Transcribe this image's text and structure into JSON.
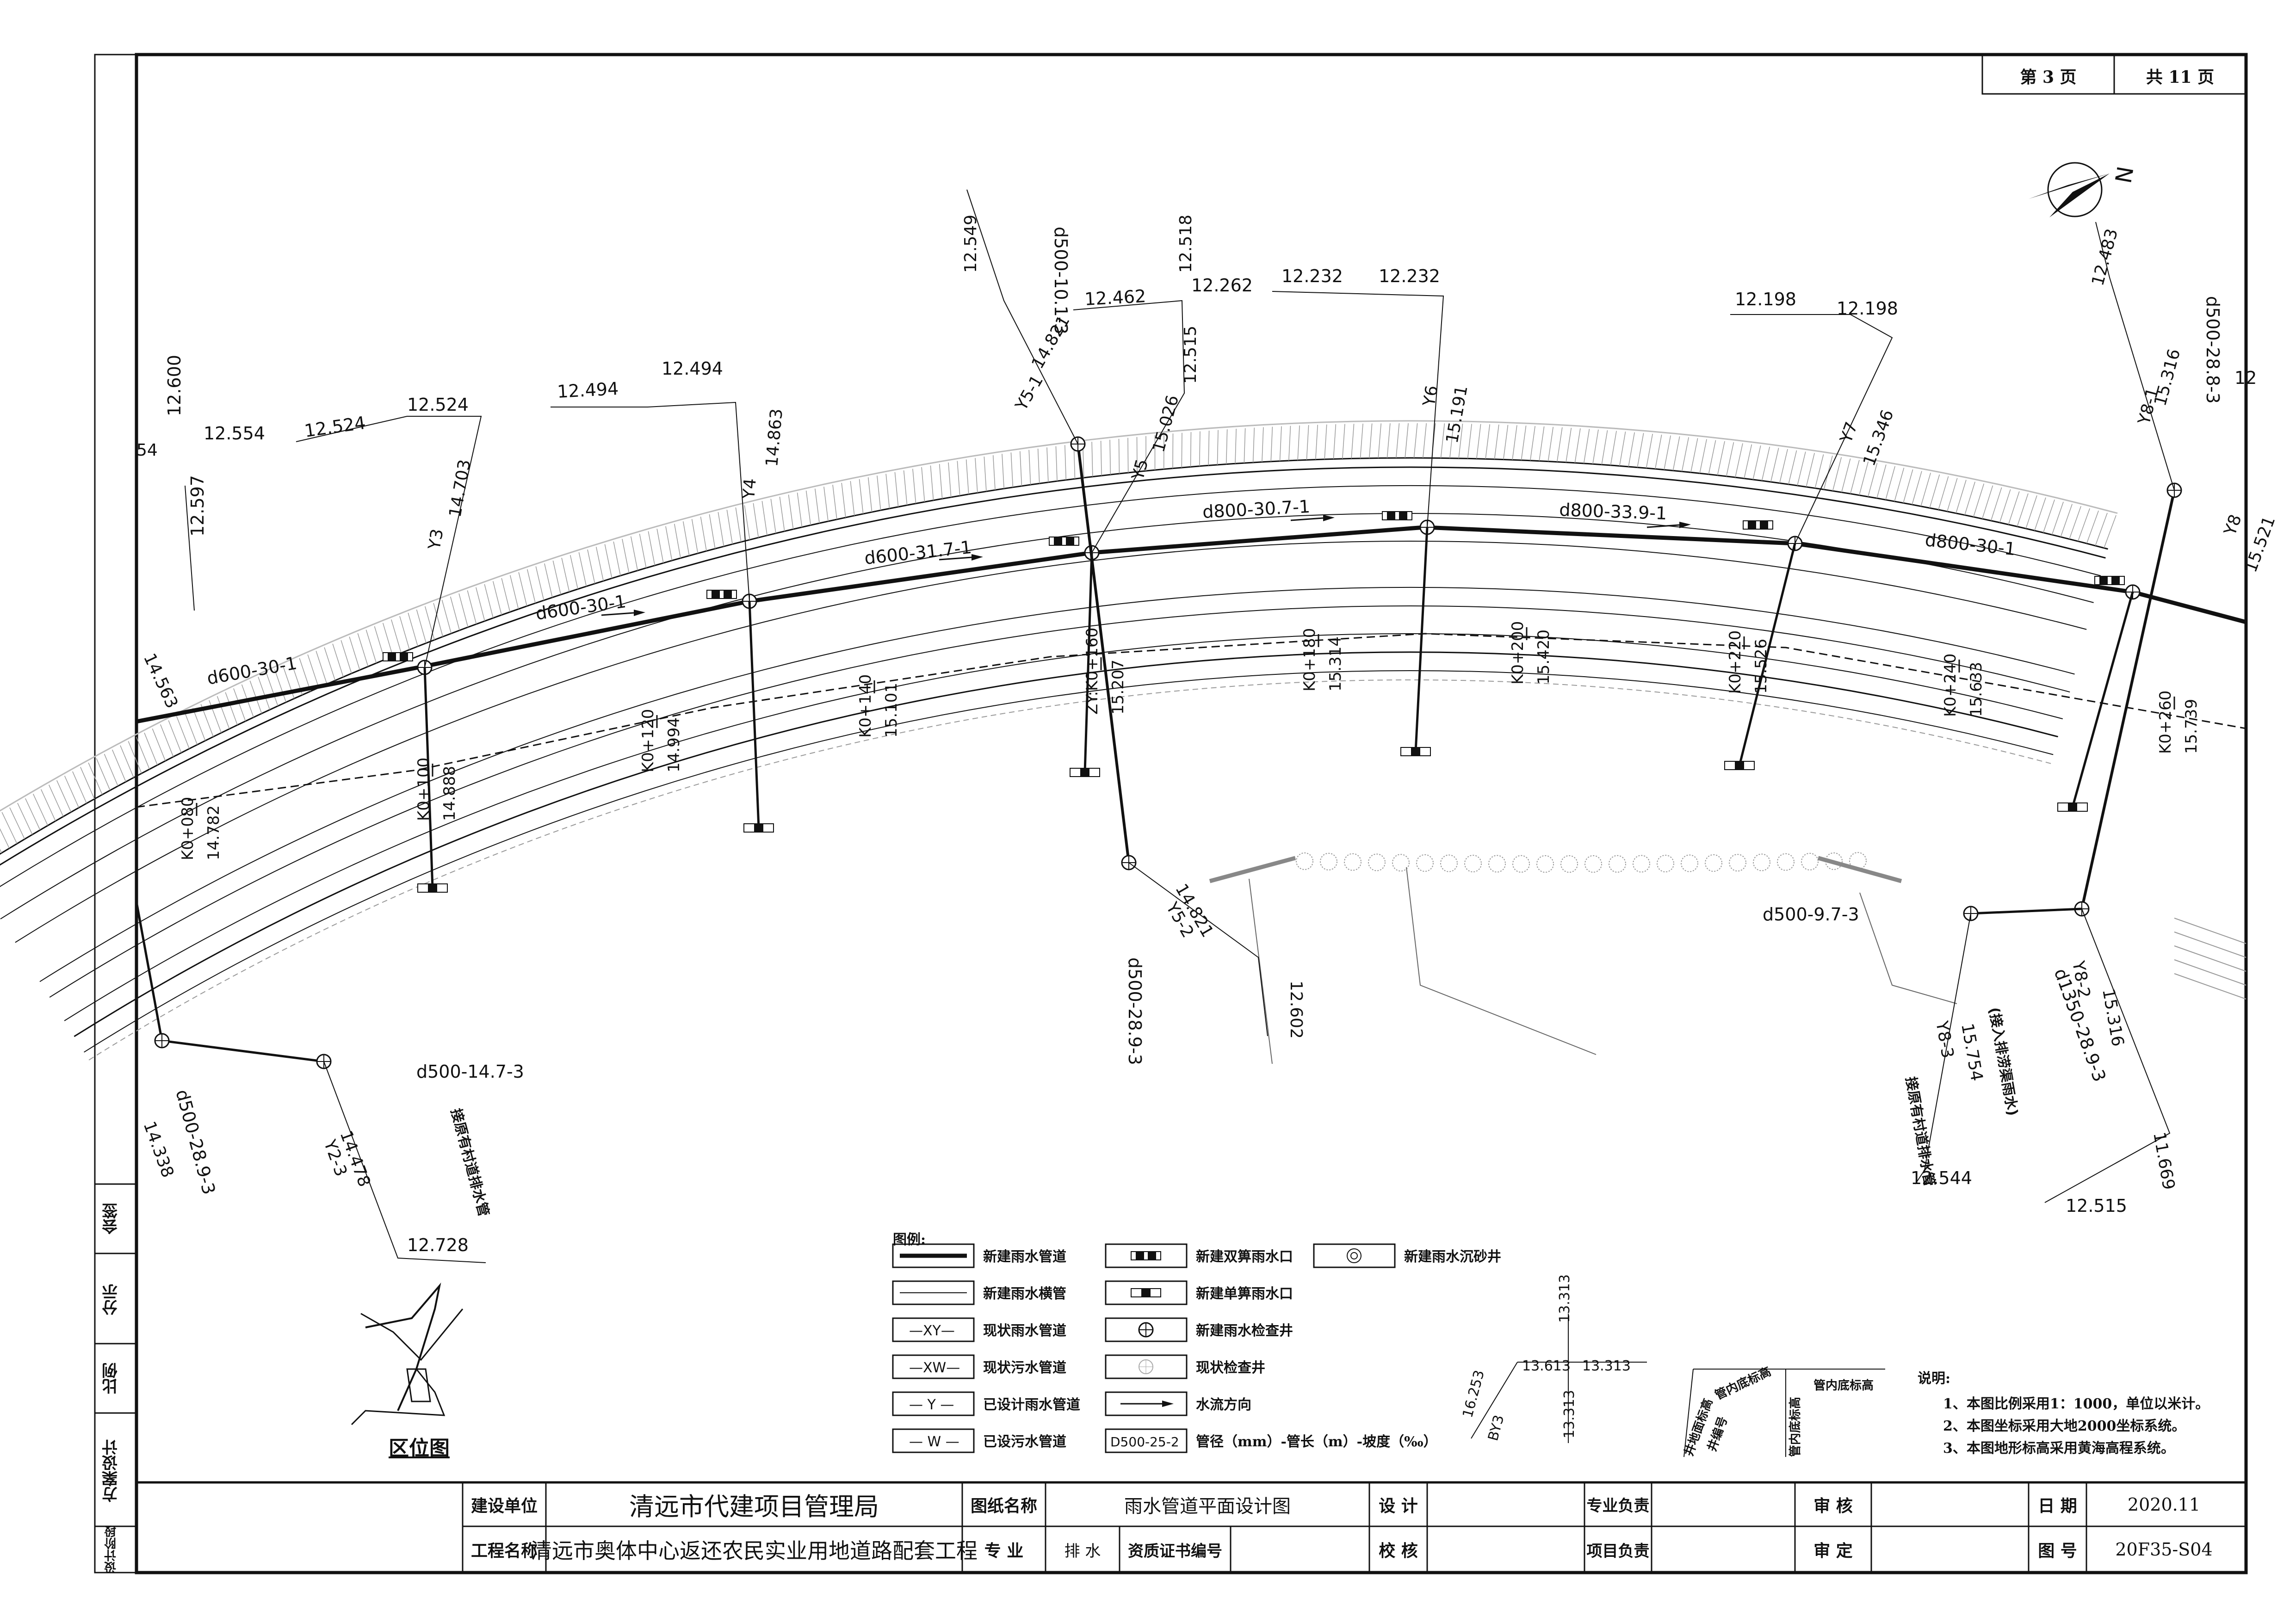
{
  "page": {
    "current": "第 3 页",
    "total": "共 11 页"
  },
  "north": {
    "label": "N"
  },
  "side_strip": [
    "会签",
    "分示",
    "比例",
    "方案设计",
    "设计阶段"
  ],
  "title_block": {
    "client_label": "建设单位",
    "client": "清远市代建项目管理局",
    "drawing_name_label": "图纸名称",
    "drawing_name": "雨水管道平面设计图",
    "design_label": "设 计",
    "discipline_lead_label": "专业负责",
    "review_label": "审 核",
    "date_label": "日 期",
    "date": "2020.11",
    "project_label": "工程名称",
    "project": "清远市奥体中心返还农民实业用地道路配套工程",
    "discipline_label": "专 业",
    "discipline": "排 水",
    "cert_label": "资质证书编号",
    "check_label": "校 核",
    "project_lead_label": "项目负责",
    "approve_label": "审 定",
    "drawing_no_label": "图 号",
    "drawing_no": "20F35-S04"
  },
  "legend": {
    "title": "图例:",
    "items": [
      {
        "sym": "thick",
        "label": "新建雨水管道"
      },
      {
        "sym": "thin",
        "label": "新建雨水横管"
      },
      {
        "sym": "—XY—",
        "label": "现状雨水管道"
      },
      {
        "sym": "—XW—",
        "label": "现状污水管道"
      },
      {
        "sym": "— Y —",
        "label": "已设计雨水管道"
      },
      {
        "sym": "— W —",
        "label": "已设污水管道"
      }
    ],
    "items2": [
      {
        "sym": "double-inlet",
        "label": "新建双箅雨水口"
      },
      {
        "sym": "single-inlet",
        "label": "新建单箅雨水口"
      },
      {
        "sym": "manhole",
        "label": "新建雨水检查井"
      },
      {
        "sym": "existing-manhole",
        "label": "现状检查井"
      },
      {
        "sym": "arrow",
        "label": "水流方向"
      },
      {
        "sym": "D500-25-2",
        "label": "管径（mm）-管长（m）-坡度（‰）"
      }
    ],
    "items3": [
      {
        "sym": "sand-well",
        "label": "新建雨水沉砂井"
      }
    ]
  },
  "marker_legend": {
    "values": [
      "13.313",
      "13.613",
      "13.313",
      "13.313",
      "16.253"
    ],
    "well": "BY3",
    "labels": [
      "井地面标高",
      "井编号",
      "管内底标高",
      "管内底标高",
      "管内底标高"
    ]
  },
  "notes": {
    "title": "说明:",
    "lines": [
      "1、本图比例采用1：1000，单位以米计。",
      "2、本图坐标采用大地2000坐标系统。",
      "3、本图地形标高采用黄海高程系统。"
    ]
  },
  "location_map": {
    "title": "区位图"
  },
  "stations": [
    {
      "k": "K0+080",
      "elev": "14.782"
    },
    {
      "k": "K0+100",
      "elev": "14.888"
    },
    {
      "k": "K0+120",
      "elev": "14.994"
    },
    {
      "k": "K0+140",
      "elev": "15.101"
    },
    {
      "k": "ZY:K0+160",
      "elev": "15.207"
    },
    {
      "k": "K0+180",
      "elev": "15.314"
    },
    {
      "k": "K0+200",
      "elev": "15.420"
    },
    {
      "k": "K0+220",
      "elev": "15.526"
    },
    {
      "k": "K0+240",
      "elev": "15.633"
    },
    {
      "k": "K0+260",
      "elev": "15.739"
    }
  ],
  "wells": [
    {
      "id": "Y3",
      "ground": "14.703",
      "inv_in": "12.524",
      "inv_out": "12.524"
    },
    {
      "id": "Y4",
      "ground": "14.863",
      "inv_in": "12.494",
      "inv_out": "12.494"
    },
    {
      "id": "Y5",
      "ground": "15.026",
      "inv_in": "12.462",
      "inv_out": "12.262"
    },
    {
      "id": "Y6",
      "ground": "15.191",
      "inv_in": "12.232",
      "inv_out": "12.232"
    },
    {
      "id": "Y7",
      "ground": "15.346",
      "inv_in": "12.198",
      "inv_out": "12.198"
    },
    {
      "id": "Y8",
      "ground": "15.521"
    },
    {
      "id": "Y5-1",
      "ground": "14.821",
      "inv_in": "12.549",
      "inv_out": "12.518"
    },
    {
      "id": "Y5-2",
      "ground": "14.821",
      "inv_out": "12.602"
    },
    {
      "id": "Y2-3",
      "ground": "14.478",
      "inv_out": "12.728"
    },
    {
      "id": "Y8-1",
      "ground": "15.316",
      "inv_out": "12.483"
    },
    {
      "id": "Y8-2",
      "ground": "15.316",
      "inv_out": "11.669"
    },
    {
      "id": "Y8-3",
      "ground": "15.754",
      "inv_out": "12.544"
    }
  ],
  "misc_values": {
    "left_top": [
      "12.600",
      "12.554",
      "12.597",
      "14.563",
      "12.515",
      "14.338",
      "12.515"
    ],
    "edge": "12",
    "corner": "54"
  },
  "pipes": [
    {
      "label": "d600-30-1"
    },
    {
      "label": "d600-30-1"
    },
    {
      "label": "d600-31.7-1"
    },
    {
      "label": "d800-30.7-1"
    },
    {
      "label": "d800-33.9-1"
    },
    {
      "label": "d800-30-1"
    },
    {
      "label": "d500-10.1-3"
    },
    {
      "label": "d500-28.9-3"
    },
    {
      "label": "d500-14.7-3"
    },
    {
      "label": "d500-28.9-3"
    },
    {
      "label": "d500-9.7-3"
    },
    {
      "label": "d1350-28.9-3"
    },
    {
      "label": "d500-28.8-3"
    }
  ],
  "connect_notes": [
    "接原有村道排水管",
    "接原有村道排水管",
    "(接入排涝渠雨水)"
  ]
}
